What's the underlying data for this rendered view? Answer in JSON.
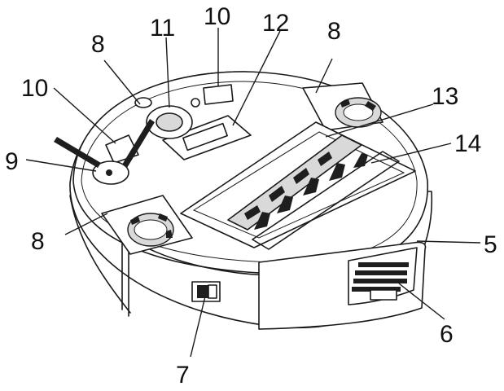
{
  "callouts": [
    "5",
    "6",
    "7",
    "8",
    "8",
    "8",
    "9",
    "10",
    "10",
    "11",
    "12",
    "13",
    "14"
  ],
  "colors": {
    "line": "#1a1a1a",
    "background": "#ffffff",
    "brush": "#1e1e1e"
  }
}
